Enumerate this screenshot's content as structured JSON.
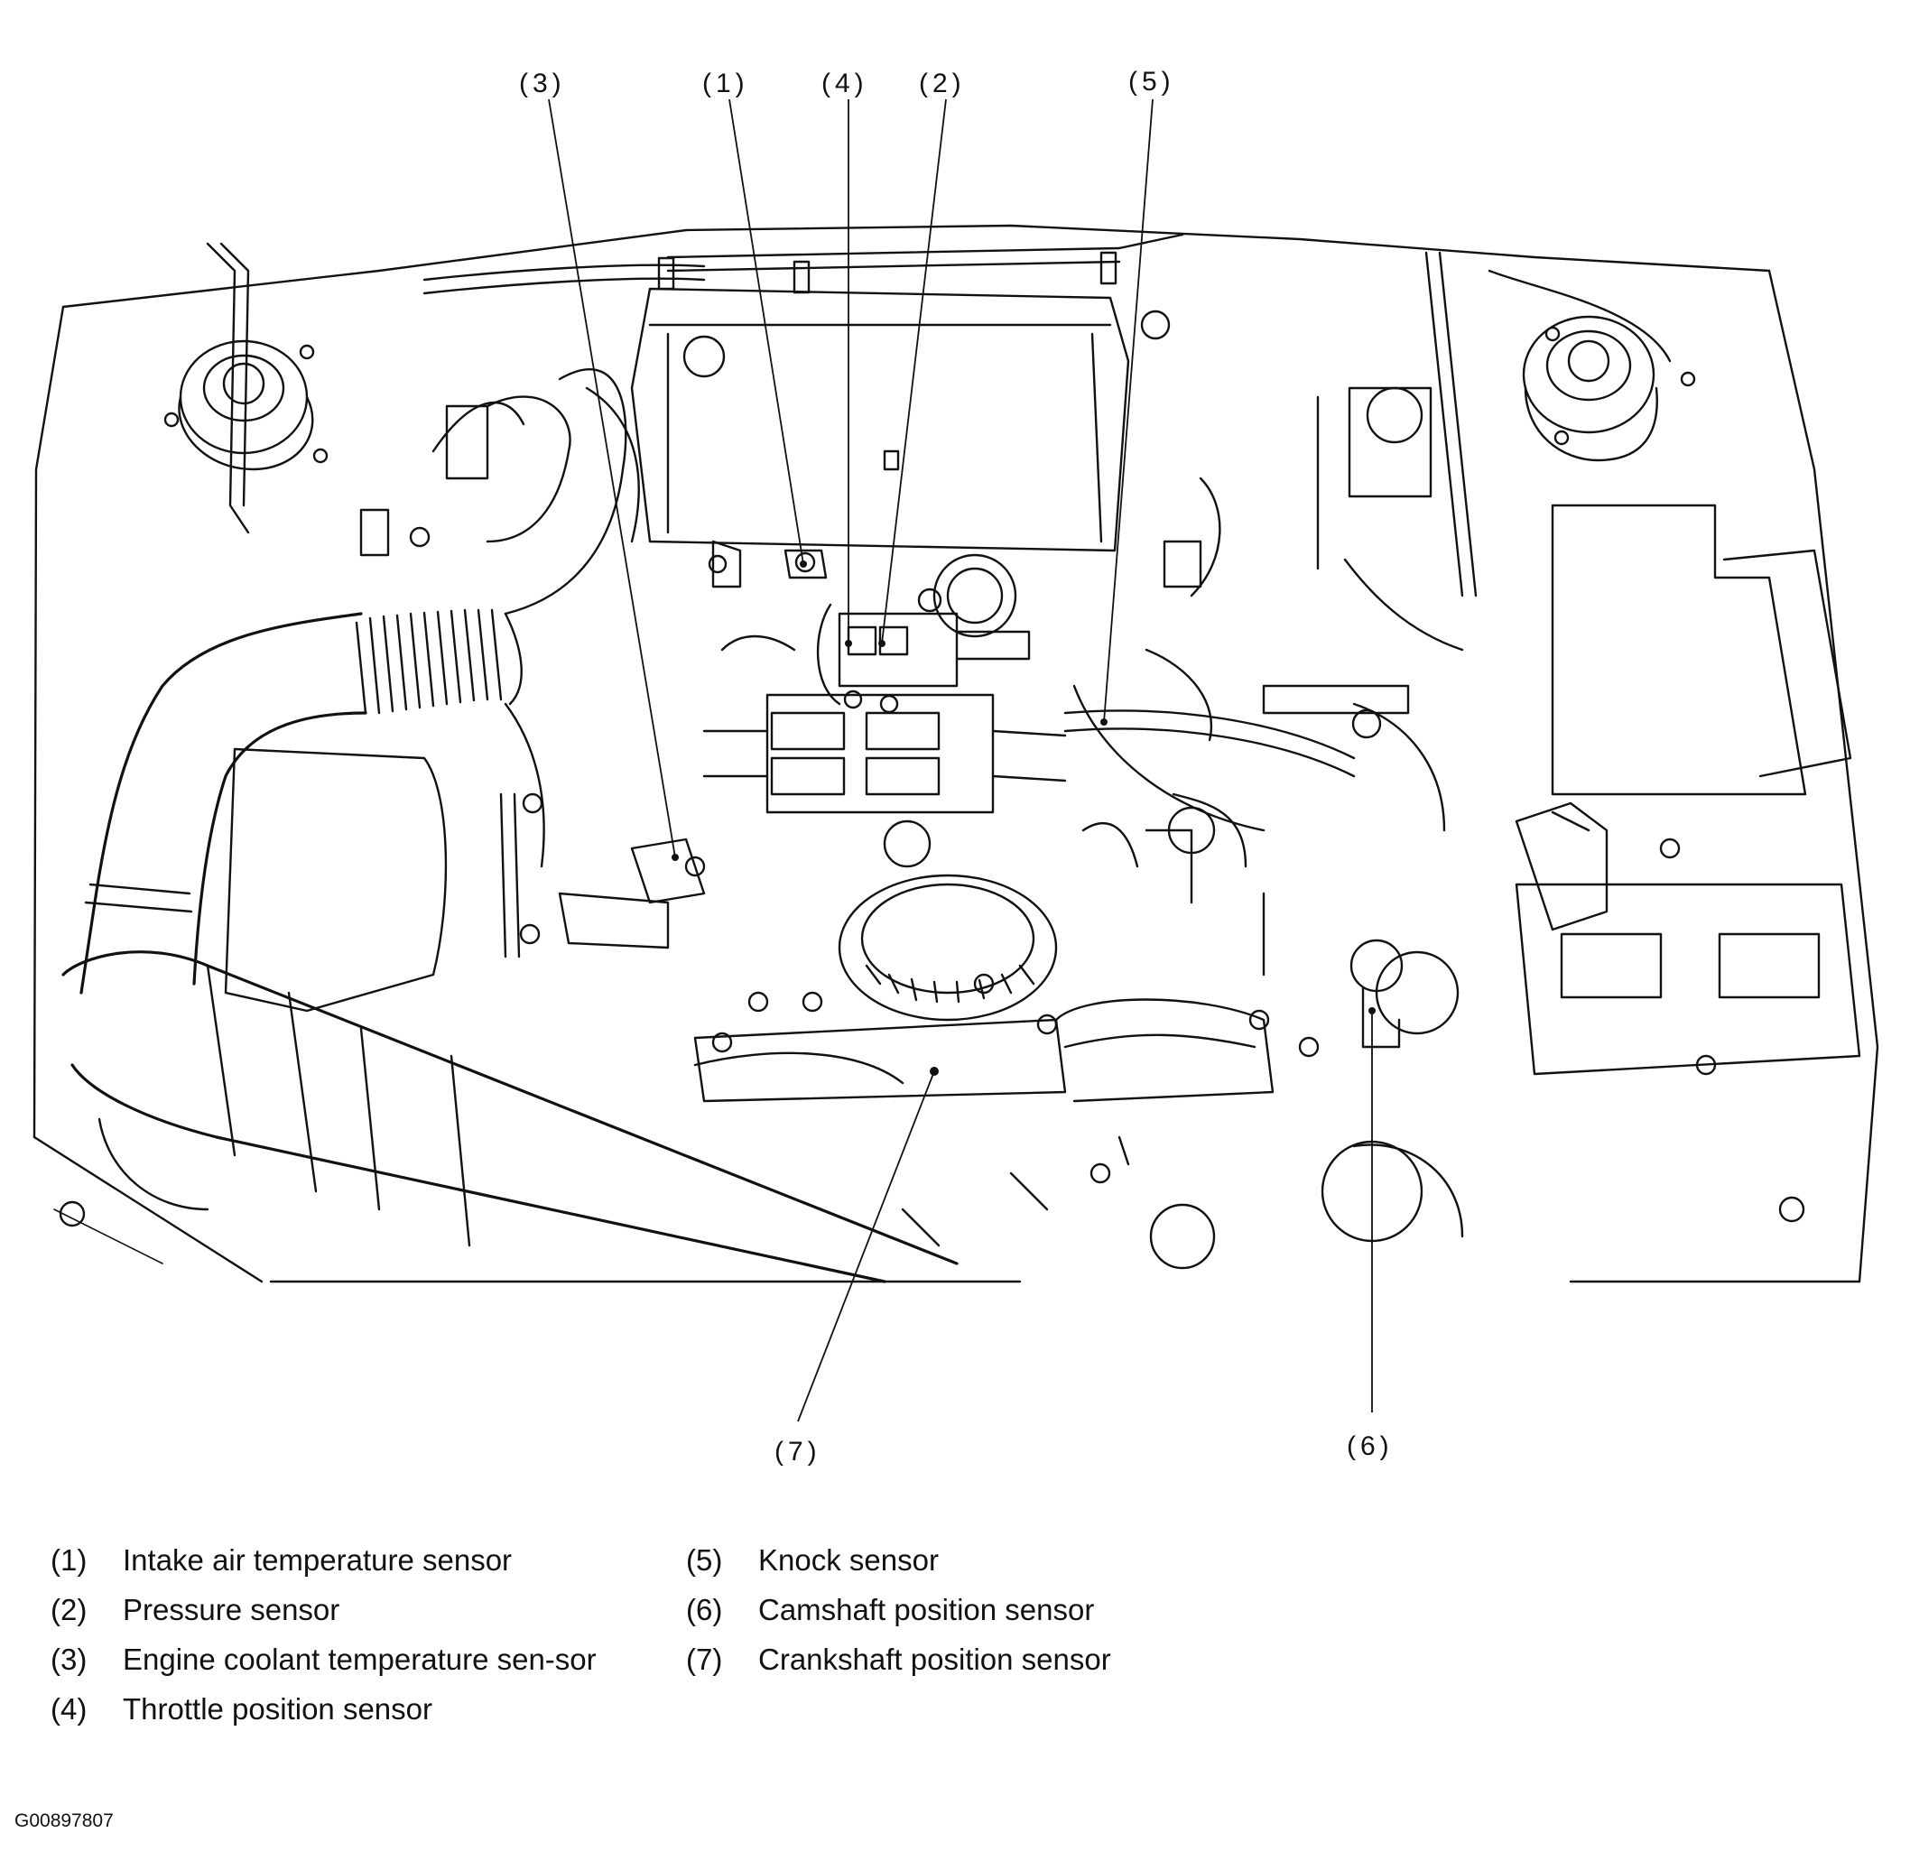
{
  "callouts": [
    "(3)",
    "(1)",
    "(4)",
    "(2)",
    "(5)",
    "(7)",
    "(6)"
  ],
  "legend": {
    "left": [
      {
        "num": "(1)",
        "text": "Intake air temperature sensor"
      },
      {
        "num": "(2)",
        "text": "Pressure sensor"
      },
      {
        "num": "(3)",
        "text": "Engine coolant temperature sen-sor"
      },
      {
        "num": "(4)",
        "text": "Throttle position sensor"
      }
    ],
    "right": [
      {
        "num": "(5)",
        "text": "Knock sensor"
      },
      {
        "num": "(6)",
        "text": "Camshaft position sensor"
      },
      {
        "num": "(7)",
        "text": "Crankshaft position sensor"
      }
    ]
  },
  "figure_id": "G00897807"
}
